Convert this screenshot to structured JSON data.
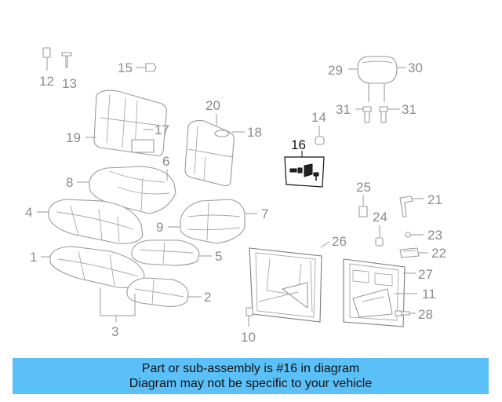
{
  "callouts": {
    "p1": "1",
    "p2": "2",
    "p3": "3",
    "p4": "4",
    "p5": "5",
    "p6": "6",
    "p7": "7",
    "p8": "8",
    "p9": "9",
    "p10": "10",
    "p11": "11",
    "p12": "12",
    "p13": "13",
    "p14": "14",
    "p15": "15",
    "p16": "16",
    "p17": "17",
    "p18": "18",
    "p19": "19",
    "p20": "20",
    "p21": "21",
    "p22": "22",
    "p23": "23",
    "p24": "24",
    "p25": "25",
    "p26": "26",
    "p27": "27",
    "p28": "28",
    "p29": "29",
    "p30": "30",
    "p31a": "31",
    "p31b": "31"
  },
  "highlight_part": "16",
  "colors": {
    "banner": "#5bc0f8",
    "highlight": "#111111",
    "part_line": "#9a9a9a"
  },
  "banner": {
    "line1": "Part or sub-assembly is #16 in diagram",
    "line2": "Diagram may not be specific to your vehicle"
  }
}
